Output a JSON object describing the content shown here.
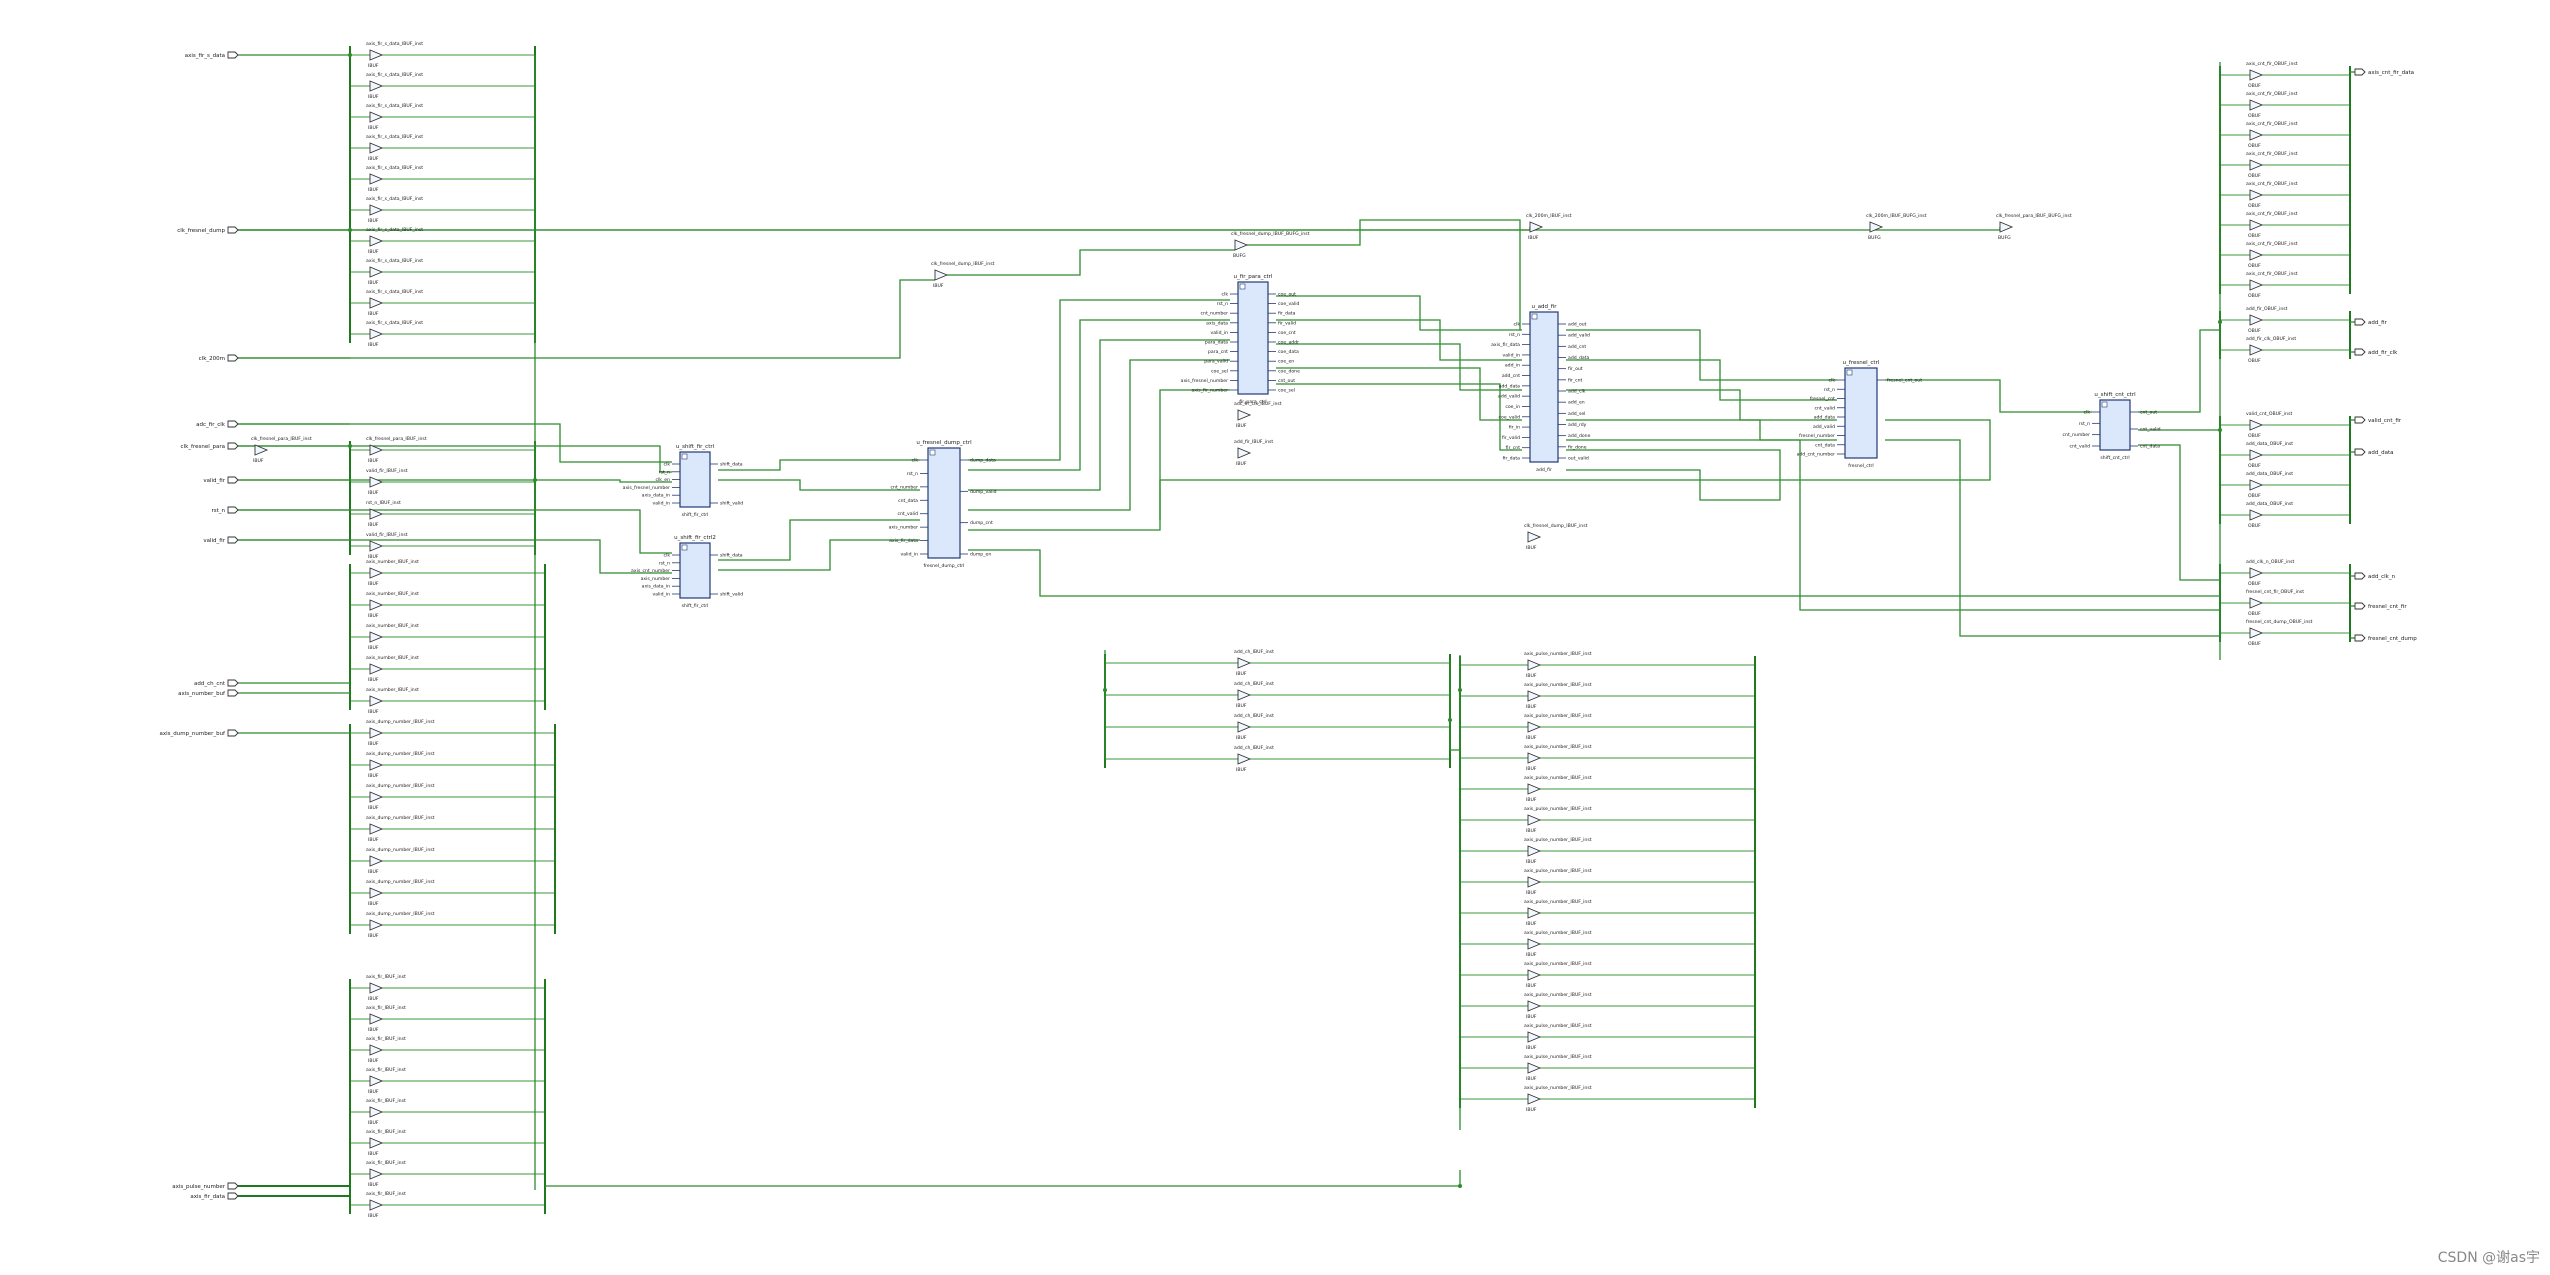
{
  "left_ports": [
    "axis_fir_s_data",
    "clk_fresnel_dump",
    "clk_200m",
    "adc_fir_clk",
    "clk_fresnel_para",
    "valid_fir",
    "rst_n",
    "valid_fir",
    "add_ch_cnt",
    "axis_number_buf",
    "axis_dump_number_buf",
    "axis_pulse_number",
    "axis_fir_data"
  ],
  "right_ports": [
    "axis_cnt_fir_data",
    "add_fir",
    "add_fir_clk",
    "valid_cnt_fir",
    "add_data",
    "add_clk_n",
    "fresnel_cnt_fir",
    "fresnel_cnt_dump"
  ],
  "left_group1": {
    "buf_labels": [
      "axis_fir_s_data_IBUF_inst",
      "axis_fir_s_data_IBUF_inst",
      "axis_fir_s_data_IBUF_inst",
      "axis_fir_s_data_IBUF_inst",
      "axis_fir_s_data_IBUF_inst",
      "axis_fir_s_data_IBUF_inst",
      "axis_fir_s_data_IBUF_inst",
      "axis_fir_s_data_IBUF_inst",
      "axis_fir_s_data_IBUF_inst",
      "axis_fir_s_data_IBUF_inst"
    ],
    "buf_type": "IBUF"
  },
  "left_group2": {
    "buf_labels": [
      "clk_fresnel_para_IBUF_inst",
      "valid_fir_IBUF_inst",
      "rst_n_IBUF_inst",
      "valid_fir_IBUF_inst"
    ],
    "buf_type": "IBUF"
  },
  "left_group3": {
    "buf_labels": [
      "axis_number_IBUF_inst",
      "axis_number_IBUF_inst",
      "axis_number_IBUF_inst",
      "axis_number_IBUF_inst",
      "axis_number_IBUF_inst"
    ],
    "buf_type": "IBUF"
  },
  "left_group4": {
    "buf_labels": [
      "axis_dump_number_IBUF_inst",
      "axis_dump_number_IBUF_inst",
      "axis_dump_number_IBUF_inst",
      "axis_dump_number_IBUF_inst",
      "axis_dump_number_IBUF_inst",
      "axis_dump_number_IBUF_inst",
      "axis_dump_number_IBUF_inst"
    ],
    "buf_type": "IBUF"
  },
  "left_group5": {
    "buf_labels": [
      "axis_fir_IBUF_inst",
      "axis_fir_IBUF_inst",
      "axis_fir_IBUF_inst",
      "axis_fir_IBUF_inst",
      "axis_fir_IBUF_inst",
      "axis_fir_IBUF_inst",
      "axis_fir_IBUF_inst",
      "axis_fir_IBUF_inst"
    ],
    "buf_type": "IBUF"
  },
  "mid_group": {
    "buf_labels": [
      "add_ch_IBUF_inst",
      "add_ch_IBUF_inst",
      "add_ch_IBUF_inst",
      "add_ch_IBUF_inst"
    ],
    "buf_type": "IBUF"
  },
  "center_group": {
    "buf_labels": [
      "axis_pulse_number_IBUF_inst",
      "axis_pulse_number_IBUF_inst",
      "axis_pulse_number_IBUF_inst",
      "axis_pulse_number_IBUF_inst",
      "axis_pulse_number_IBUF_inst",
      "axis_pulse_number_IBUF_inst",
      "axis_pulse_number_IBUF_inst",
      "axis_pulse_number_IBUF_inst",
      "axis_pulse_number_IBUF_inst",
      "axis_pulse_number_IBUF_inst",
      "axis_pulse_number_IBUF_inst",
      "axis_pulse_number_IBUF_inst",
      "axis_pulse_number_IBUF_inst",
      "axis_pulse_number_IBUF_inst",
      "axis_pulse_number_IBUF_inst"
    ],
    "buf_type": "IBUF"
  },
  "right_group1": {
    "buf_labels": [
      "axis_cnt_fir_OBUF_inst",
      "axis_cnt_fir_OBUF_inst",
      "axis_cnt_fir_OBUF_inst",
      "axis_cnt_fir_OBUF_inst",
      "axis_cnt_fir_OBUF_inst",
      "axis_cnt_fir_OBUF_inst",
      "axis_cnt_fir_OBUF_inst",
      "axis_cnt_fir_OBUF_inst"
    ],
    "buf_type": "OBUF"
  },
  "right_group2": {
    "buf_labels": [
      "add_fir_OBUF_inst",
      "add_fir_clk_OBUF_inst"
    ],
    "buf_type": "OBUF"
  },
  "right_group3": {
    "buf_labels": [
      "valid_cnt_OBUF_inst",
      "add_data_OBUF_inst",
      "add_data_OBUF_inst",
      "add_data_OBUF_inst"
    ],
    "buf_type": "OBUF"
  },
  "right_group4": {
    "buf_labels": [
      "add_clk_n_OBUF_inst",
      "fresnel_cnt_fir_OBUF_inst",
      "fresnel_cnt_dump_OBUF_inst"
    ],
    "buf_type": "OBUF"
  },
  "floating_bufs": [
    {
      "label": "clk_fresnel_para_IBUF_BUFG_inst",
      "type": "BUFG"
    },
    {
      "label": "clk_200m_IBUF_inst",
      "type": "IBUF"
    },
    {
      "label": "clk_200m_IBUF_BUFG_inst",
      "type": "BUFG"
    },
    {
      "label": "clk_fresnel_dump_IBUF_inst",
      "type": "IBUF"
    },
    {
      "label": "clk_fresnel_dump_IBUF_BUFG_inst",
      "type": "BUFG"
    },
    {
      "label": "adc_fir_clk_IBUF_inst",
      "type": "IBUF"
    },
    {
      "label": "add_fir_IBUF_inst",
      "type": "IBUF"
    },
    {
      "label": "clk_fresnel_dump_IBUF_inst",
      "type": "IBUF"
    }
  ],
  "blocks": [
    {
      "title": "u_shift_fir_ctrl",
      "footer": "shift_fir_ctrl",
      "left_pins": [
        "clk",
        "rst_n",
        "clk_en",
        "axis_fresnel_number",
        "axis_data_in",
        "valid_in"
      ],
      "right_pins": [
        "shift_data",
        "shift_valid"
      ]
    },
    {
      "title": "u_shift_fir_ctrl2",
      "footer": "shift_fir_ctrl",
      "left_pins": [
        "clk",
        "rst_n",
        "axis_cnt_number",
        "axis_number",
        "axis_data_in",
        "valid_in"
      ],
      "right_pins": [
        "shift_data",
        "shift_valid"
      ]
    },
    {
      "title": "u_fresnel_dump_ctrl",
      "footer": "fresnel_dump_ctrl",
      "left_pins": [
        "clk",
        "rst_n",
        "cnt_number",
        "cnt_data",
        "cnt_valid",
        "axis_number",
        "axis_fir_data",
        "valid_in"
      ],
      "right_pins": [
        "dump_data",
        "dump_valid",
        "dump_cnt",
        "dump_en"
      ]
    },
    {
      "title": "u_fir_para_ctrl",
      "footer": "fir_para_ctrl",
      "left_pins": [
        "clk",
        "rst_n",
        "cnt_number",
        "axis_data",
        "valid_in",
        "para_data",
        "para_cnt",
        "para_valid",
        "coe_sel",
        "axis_fresnel_number",
        "axis_fir_number"
      ],
      "right_pins": [
        "coe_out",
        "coe_valid",
        "fir_data",
        "fir_valid",
        "coe_cnt",
        "coe_addr",
        "coe_data",
        "coe_en",
        "coe_done",
        "cnt_out",
        "coe_sel"
      ]
    },
    {
      "title": "u_add_fir",
      "footer": "add_fir",
      "left_pins": [
        "clk",
        "rst_n",
        "axis_fir_data",
        "valid_in",
        "add_in",
        "add_cnt",
        "add_data",
        "add_valid",
        "coe_in",
        "coe_valid",
        "fir_in",
        "fir_valid",
        "fir_cnt",
        "fir_data"
      ],
      "right_pins": [
        "add_out",
        "add_valid",
        "add_cnt",
        "add_data",
        "fir_out",
        "fir_cnt",
        "add_clk",
        "add_en",
        "add_sel",
        "add_rdy",
        "add_done",
        "fir_done",
        "out_valid"
      ]
    },
    {
      "title": "u_fresnel_ctrl",
      "footer": "fresnel_ctrl",
      "left_pins": [
        "clk",
        "rst_n",
        "fresnel_cnt",
        "cnt_valid",
        "add_data",
        "add_valid",
        "fresnel_number",
        "cnt_data",
        "add_cnt_number"
      ],
      "right_pins": [
        "fresnel_cnt_out"
      ]
    },
    {
      "title": "u_shift_cnt_ctrl",
      "footer": "shift_cnt_ctrl",
      "left_pins": [
        "clk",
        "rst_n",
        "cnt_number",
        "cnt_valid"
      ],
      "right_pins": [
        "cnt_out",
        "cnt_valid",
        "cnt_data"
      ]
    }
  ],
  "watermark": "CSDN @谢as宇"
}
